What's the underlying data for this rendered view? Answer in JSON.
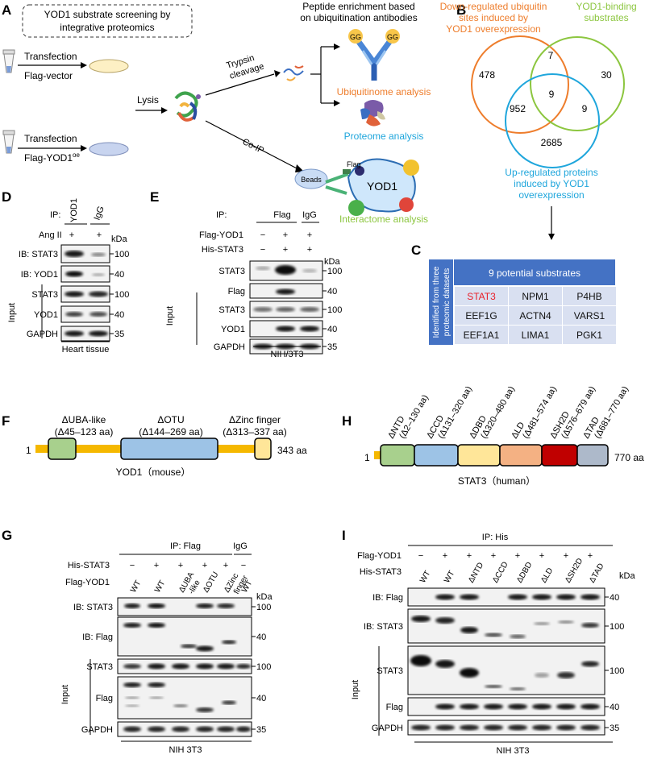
{
  "panel_letters": [
    "A",
    "B",
    "C",
    "D",
    "E",
    "F",
    "G",
    "H",
    "I"
  ],
  "panelA": {
    "box_title_line1": "YOD1 substrate screening by",
    "box_title_line2": "integrative proteomics",
    "transfection_label": "Transfection",
    "vector_label": "Flag-vector",
    "yod1_label_main": "Flag-YOD1",
    "yod1_label_sup": "oe",
    "lysis": "Lysis",
    "trypsin_line1": "Trypsin",
    "trypsin_line2": "cleavage",
    "coip": "Co-IP",
    "peptide_line1": "Peptide enrichment based",
    "peptide_line2": "on ubiquitination antibodies",
    "gg": "GG",
    "ubiquitinome": "Ubiquitinome analysis",
    "proteome": "Proteome analysis",
    "beads": "Beads",
    "flag": "Flag",
    "yod1": "YOD1",
    "interactome": "Interactome analysis",
    "colors": {
      "orange": "#ee7d2c",
      "blue": "#1fa6dc",
      "green": "#8cc63f"
    }
  },
  "panelB": {
    "orange_line1": "Down-regulated ubiquitin",
    "orange_line2": "sites induced by",
    "orange_line3": "YOD1 overexpression",
    "green_line1": "YOD1-binding",
    "green_line2": "substrates",
    "blue_line1": "Up-regulated proteins",
    "blue_line2": "induced by YOD1",
    "blue_line3": "overexpression",
    "counts": {
      "orange_only": "478",
      "orange_green": "7",
      "green_only": "30",
      "all_three": "9",
      "orange_blue": "952",
      "green_blue": "9",
      "blue_only": "2685"
    }
  },
  "panelC": {
    "side_line1": "Identified from three",
    "side_line2": "proteomic datasets",
    "header": "9 potential substrates",
    "cells": [
      "STAT3",
      "NPM1",
      "P4HB",
      "EEF1G",
      "ACTN4",
      "VARS1",
      "EEF1A1",
      "LIMA1",
      "PGK1"
    ],
    "highlight_color": "#e8202a"
  },
  "panelD": {
    "ip": "IP:",
    "col1": "YOD1",
    "col2": "IgG",
    "angii": "Ang II",
    "plus": "+",
    "kda": "kDa",
    "rows": [
      "IB: STAT3",
      "IB: YOD1",
      "STAT3",
      "YOD1",
      "GAPDH"
    ],
    "mw": [
      "100",
      "40",
      "100",
      "40",
      "35"
    ],
    "input": "Input",
    "tissue": "Heart tissue"
  },
  "panelE": {
    "ip": "IP:",
    "flag": "Flag",
    "igg": "IgG",
    "cond_labels": [
      "Flag-YOD1",
      "His-STAT3"
    ],
    "flag_yod1_signs": [
      "−",
      "+",
      "+"
    ],
    "his_stat3_signs": [
      "−",
      "+",
      "+"
    ],
    "kda": "kDa",
    "rows": [
      "STAT3",
      "Flag",
      "STAT3",
      "YOD1",
      "GAPDH"
    ],
    "mw": [
      "100",
      "40",
      "100",
      "40",
      "35"
    ],
    "input": "Input",
    "cell": "NIH/3T3"
  },
  "panelF": {
    "domains": [
      {
        "line1": "ΔUBA-like",
        "line2": "(Δ45–123 aa)"
      },
      {
        "line1": "ΔOTU",
        "line2": "(Δ144–269 aa)"
      },
      {
        "line1": "ΔZinc finger",
        "line2": "(Δ313–337 aa)"
      }
    ],
    "start": "1",
    "end": "343 aa",
    "caption": "YOD1（mouse）",
    "colors": [
      "#a8d08d",
      "#9dc3e6",
      "#ffe699"
    ]
  },
  "panelH": {
    "domains": [
      {
        "line1": "ΔNTD",
        "line2": "(Δ2–130 aa)"
      },
      {
        "line1": "ΔCCD",
        "line2": "(Δ131–320 aa)"
      },
      {
        "line1": "ΔDBD",
        "line2": "(Δ320–480 aa)"
      },
      {
        "line1": "ΔLD",
        "line2": "(Δ481–574 aa)"
      },
      {
        "line1": "ΔSH2D",
        "line2": "(Δ576–679 aa)"
      },
      {
        "line1": "ΔTAD",
        "line2": "(Δ681–770 aa)"
      }
    ],
    "start": "1",
    "end": "770 aa",
    "caption": "STAT3（human）",
    "colors": [
      "#a8d08d",
      "#9dc3e6",
      "#ffe699",
      "#f4b183",
      "#c00000",
      "#adb9ca"
    ]
  },
  "panelG": {
    "ip_flag": "IP: Flag",
    "igg": "IgG",
    "his_stat3": "His-STAT3",
    "flag_yod1": "Flag-YOD1",
    "his_signs": [
      "−",
      "+",
      "+",
      "+",
      "+",
      "−"
    ],
    "lanes": [
      "WT",
      "WT",
      "ΔUBA\n-like",
      "ΔOTU",
      "ΔZinc\nfinger",
      "WT"
    ],
    "kda": "kDa",
    "rows": [
      "IB: STAT3",
      "IB: Flag",
      "STAT3",
      "Flag",
      "GAPDH"
    ],
    "mw": [
      "100",
      "40",
      "100",
      "40",
      "35"
    ],
    "input": "Input",
    "cell": "NIH 3T3"
  },
  "panelI": {
    "ip_his": "IP: His",
    "flag_yod1": "Flag-YOD1",
    "his_stat3": "His-STAT3",
    "flag_signs": [
      "−",
      "+",
      "+",
      "+",
      "+",
      "+",
      "+",
      "+"
    ],
    "lanes": [
      "WT",
      "WT",
      "ΔNTD",
      "ΔCCD",
      "ΔDBD",
      "ΔLD",
      "ΔSH2D",
      "ΔTAD"
    ],
    "kda": "kDa",
    "rows": [
      "IB: Flag",
      "IB: STAT3",
      "STAT3",
      "Flag",
      "GAPDH"
    ],
    "mw": [
      "40",
      "100",
      "100",
      "40",
      "35"
    ],
    "input": "Input",
    "cell": "NIH 3T3"
  }
}
